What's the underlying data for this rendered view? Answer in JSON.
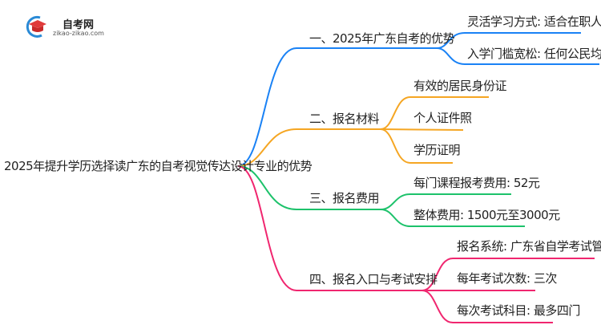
{
  "logo": {
    "title": "自考网",
    "url": "zikao-zikao.com"
  },
  "colors": {
    "b1": "#1a82f5",
    "b2": "#f5a623",
    "b3": "#1dc26b",
    "b4": "#f0266f"
  },
  "root": "2025年提升学历选择读广东的自考视觉传达设计专业的优势",
  "branches": [
    {
      "label": "一、2025年广东自考的优势",
      "children": [
        "灵活学习方式: 适合在职人员",
        "入学门槛宽松: 任何公民均可报名"
      ]
    },
    {
      "label": "二、报名材料",
      "children": [
        "有效的居民身份证",
        "个人证件照",
        "学历证明"
      ]
    },
    {
      "label": "三、报名费用",
      "children": [
        "每门课程报考费用: 52元",
        "整体费用: 1500元至3000元"
      ]
    },
    {
      "label": "四、报名入口与考试安排",
      "children": [
        "报名系统: 广东省自学考试管理系统",
        "每年考试次数: 三次",
        "每次考试科目: 最多四门"
      ]
    }
  ]
}
